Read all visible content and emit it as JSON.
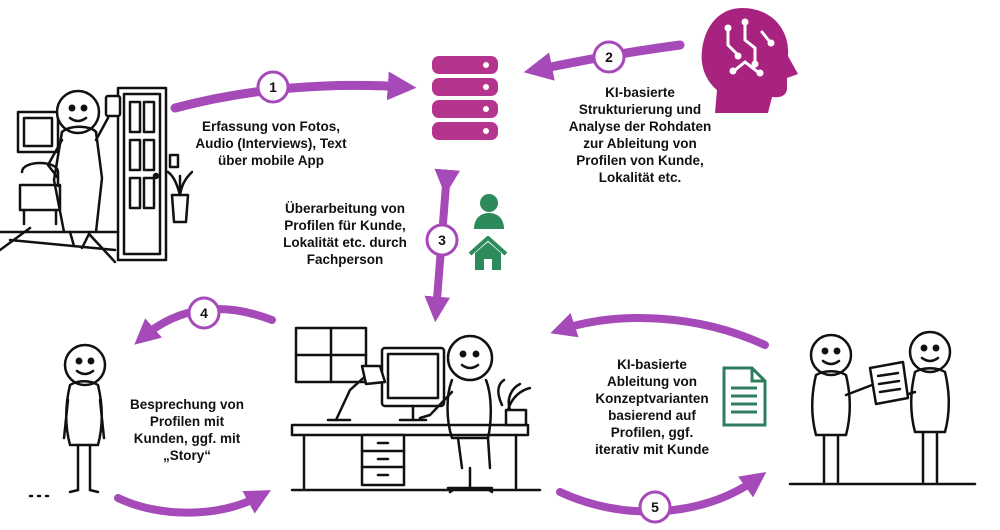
{
  "colors": {
    "arrow": "#a54ab8",
    "database": "#b5348e",
    "ai_head": "#a8237f",
    "person": "#2d8a5a",
    "document": "#2f7d5f",
    "ink": "#111111"
  },
  "steps": [
    {
      "number": "1",
      "lines": [
        "Erfassung von Fotos,",
        "Audio (Interviews), Text",
        "über mobile App"
      ]
    },
    {
      "number": "2",
      "lines": [
        "KI-basierte",
        "Strukturierung und",
        "Analyse der Rohdaten",
        "zur Ableitung von",
        "Profilen von Kunde,",
        "Lokalität etc."
      ]
    },
    {
      "number": "3",
      "lines": [
        "Überarbeitung von",
        "Profilen für Kunde,",
        "Lokalität etc. durch",
        "Fachperson"
      ]
    },
    {
      "number": "4",
      "lines": [
        "Besprechung von",
        "Profilen mit",
        "Kunden, ggf. mit",
        "„Story“"
      ]
    },
    {
      "number": "5",
      "lines": [
        "KI-basierte",
        "Ableitung von",
        "Konzeptvarianten",
        "basierend auf",
        "Profilen, ggf.",
        "iterativ mit Kunde"
      ]
    }
  ],
  "icons": [
    "database-icon",
    "ai-brain-head-icon",
    "person-icon",
    "house-icon",
    "document-icon"
  ]
}
